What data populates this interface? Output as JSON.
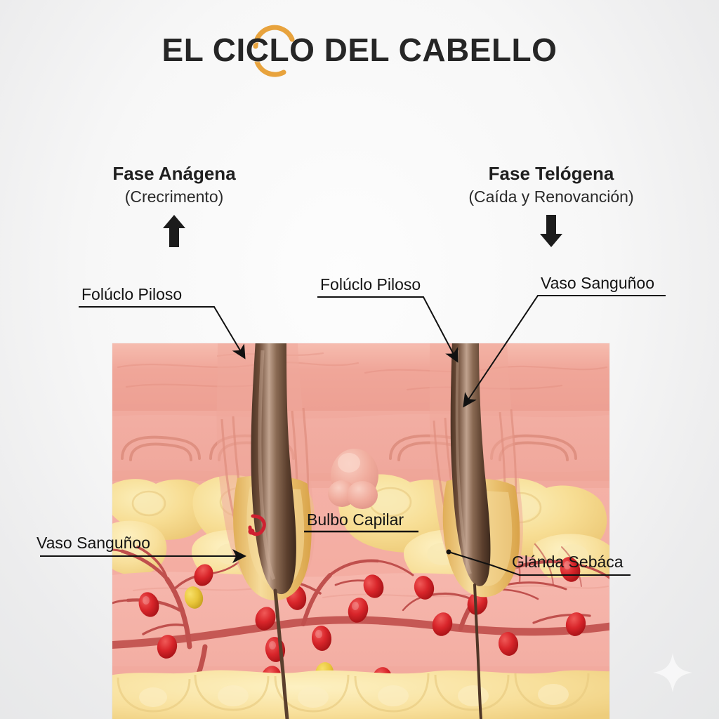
{
  "page": {
    "title": "EL CICLO DEL CABELLO",
    "background_color": "#f2f2f3",
    "accent_color": "#e8a33d",
    "text_color": "#1f1f1f"
  },
  "phases": [
    {
      "id": "anagen",
      "title": "Fase Anágena",
      "subtitle": "(Crecrimento)",
      "arrow": "up-arrow-icon",
      "arrow_direction": "up"
    },
    {
      "id": "telogen",
      "title": "Fase Telógena",
      "subtitle": "(Caída y Renovanción)",
      "arrow": "down-arrow-icon",
      "arrow_direction": "down"
    }
  ],
  "labels": {
    "foliculo_1": "Folúclo Piloso",
    "foliculo_2": "Folúclo Piloso",
    "vaso_top": "Vaso Sanguñoo",
    "vaso_left": "Vaso Sanguñoo",
    "bulbo": "Bulbo Capilar",
    "glanda": "Glánda Sebáca"
  },
  "anatomy": {
    "epidermis_color": "#f0aa9d",
    "dermis_color": "#f2b2a7",
    "sebaceous_color": "#f7dd93",
    "fat_color": "#f6e1a0",
    "vessel_color": "#c0504d",
    "blood_cell_color": "#d8252a",
    "blood_cell_alt_color": "#e8c53a",
    "hair_color": "#6b4b36",
    "hair_highlight": "#c3a491",
    "follicle_sheath_color": "#e3b45c"
  },
  "decor": {
    "sparkle": "sparkle-icon"
  }
}
